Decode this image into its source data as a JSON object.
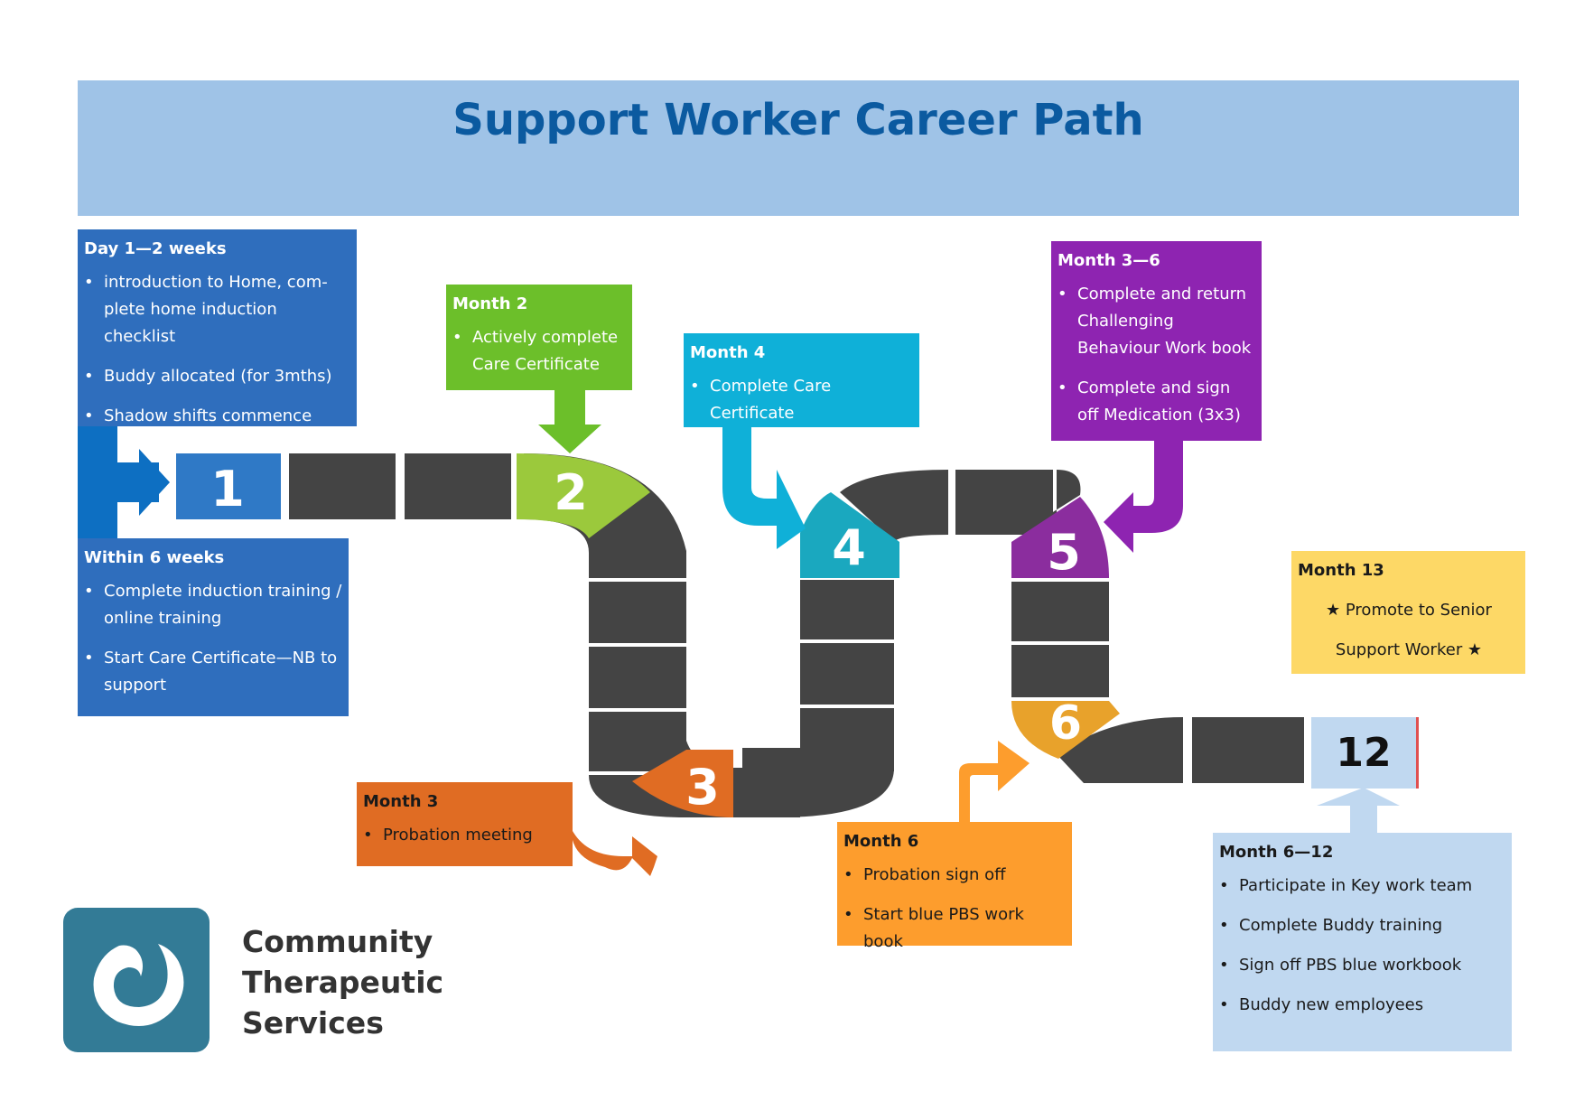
{
  "title": "Support Worker Career Path",
  "boxes": {
    "day1": {
      "heading": "Day 1—2 weeks",
      "items": [
        "introduction to Home, com-plete home induction checklist",
        "Buddy allocated (for 3mths)",
        "Shadow shifts commence"
      ]
    },
    "week6": {
      "heading": "Within 6 weeks",
      "items": [
        "Complete induction training / online training",
        "Start Care Certificate—NB to support"
      ]
    },
    "month2": {
      "heading": "Month 2",
      "items": [
        "Actively complete Care Certificate"
      ]
    },
    "month4": {
      "heading": "Month 4",
      "items": [
        "Complete Care Certificate"
      ]
    },
    "month3to6": {
      "heading": "Month 3—6",
      "items": [
        "Complete and return Challenging Behaviour Work book",
        "Complete and sign off Medication  (3x3)"
      ]
    },
    "month13": {
      "heading": "Month 13",
      "line1": "★  Promote to  Senior",
      "line2": "Support  Worker  ★"
    },
    "month3": {
      "heading": "Month 3",
      "items": [
        "Probation meeting"
      ]
    },
    "month6": {
      "heading": "Month  6",
      "items": [
        "Probation sign off",
        "Start blue PBS work book"
      ]
    },
    "month6to12": {
      "heading": "Month 6—12",
      "items": [
        "Participate in Key work team",
        "Complete Buddy training",
        "Sign off PBS blue workbook",
        "Buddy new employees"
      ]
    }
  },
  "steps": [
    "1",
    "2",
    "3",
    "4",
    "5",
    "6",
    "12"
  ],
  "logo": {
    "line1": "Community",
    "line2": "Therapeutic",
    "line3": "Services"
  },
  "colors": {
    "title_bar": "#9fc3e7",
    "title_text": "#0b5aa0",
    "road": "#444444",
    "step1": "#2f79c6",
    "step2": "#9bc93c",
    "step3": "#e06c23",
    "step4": "#1aa8bf",
    "step5": "#8b2d9e",
    "step6": "#e8a22b",
    "step12": "#c0d8f0",
    "box_blue": "#2f6ebd",
    "box_green": "#6cbf2a",
    "box_cyan": "#0fb0d8",
    "box_purple": "#8e24b1",
    "box_yellow": "#fdd866",
    "box_orange": "#e06c23",
    "box_amber": "#fd9d2d",
    "box_light": "#c0d8f0",
    "logo": "#337b96"
  }
}
